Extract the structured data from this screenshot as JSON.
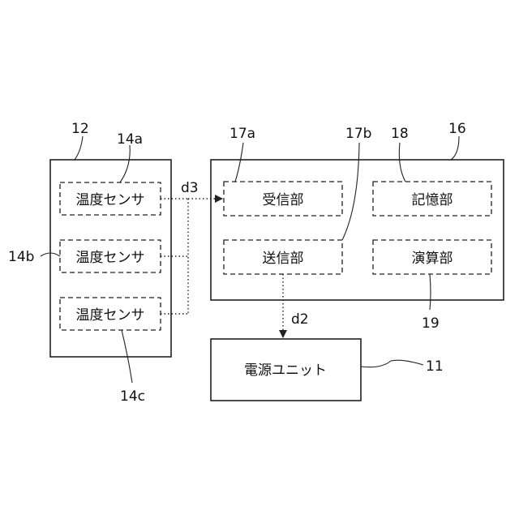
{
  "refs": {
    "r12": "12",
    "r14a": "14a",
    "r14b": "14b",
    "r14c": "14c",
    "r16": "16",
    "r17a": "17a",
    "r17b": "17b",
    "r18": "18",
    "r19": "19",
    "r11": "11",
    "d3": "d3",
    "d2": "d2"
  },
  "sensor_unit": {
    "sensors": [
      "温度センサ",
      "温度センサ",
      "温度センサ"
    ]
  },
  "controller": {
    "receiver": "受信部",
    "memory": "記憶部",
    "transmitter": "送信部",
    "calculator": "演算部"
  },
  "power_unit": {
    "label": "電源ユニット"
  }
}
